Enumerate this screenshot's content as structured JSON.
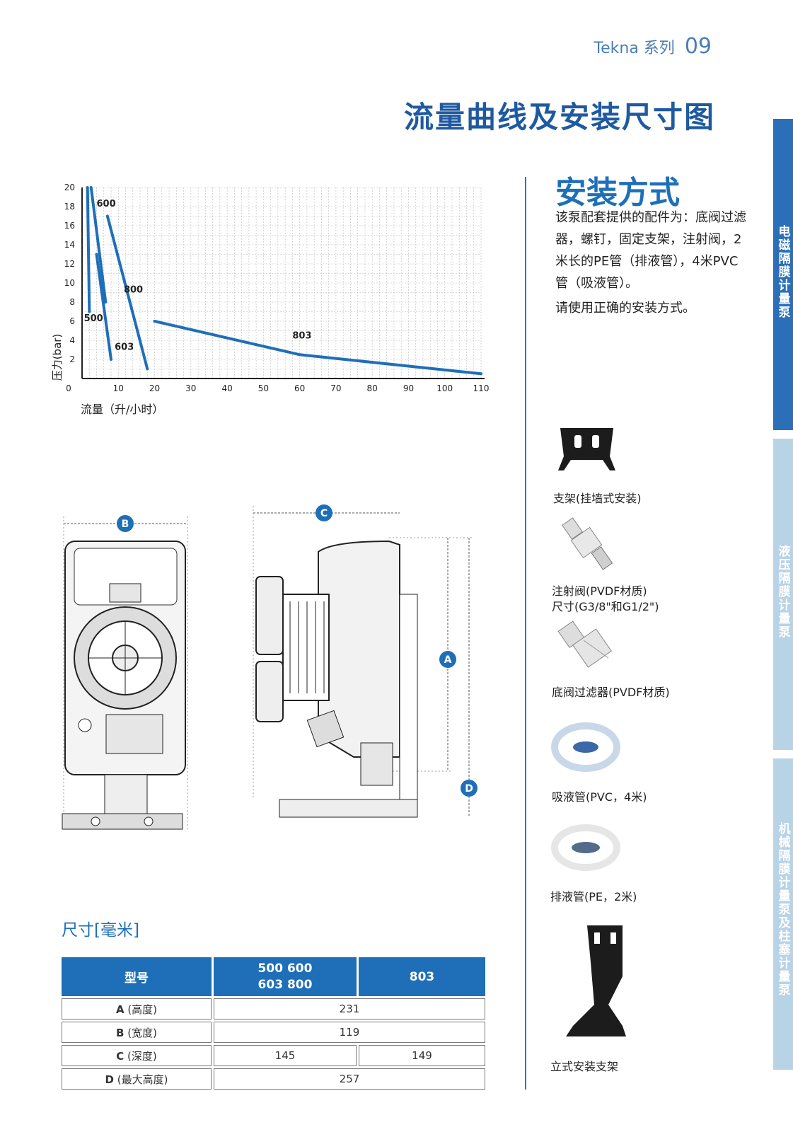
{
  "header": {
    "series": "Tekna 系列",
    "page_number": "09"
  },
  "page_title": "流量曲线及安装尺寸图",
  "side_tabs": [
    {
      "label": "电磁隔膜计量泵",
      "color": "#2a6fb8"
    },
    {
      "label": "液压隔膜计量泵",
      "color": "#b9d3e6"
    },
    {
      "label": "机械隔膜计量泵及柱塞计量泵",
      "color": "#b9d3e6"
    }
  ],
  "chart_data": {
    "type": "line",
    "xlabel": "流量（升/小时）",
    "ylabel": "压力(bar)",
    "xlim": [
      0,
      110
    ],
    "ylim": [
      0,
      20
    ],
    "x_ticks": [
      0,
      10,
      20,
      30,
      40,
      50,
      60,
      70,
      80,
      90,
      100,
      110
    ],
    "y_ticks": [
      2,
      4,
      6,
      8,
      10,
      12,
      14,
      16,
      18,
      20
    ],
    "grid": true,
    "series": [
      {
        "name": "500",
        "points": [
          [
            1.5,
            20
          ],
          [
            2,
            7
          ]
        ]
      },
      {
        "name": "600",
        "points": [
          [
            2.5,
            20
          ],
          [
            6.5,
            8
          ]
        ]
      },
      {
        "name": "603",
        "points": [
          [
            4,
            13
          ],
          [
            8,
            2
          ]
        ]
      },
      {
        "name": "800",
        "points": [
          [
            7,
            17
          ],
          [
            18,
            1
          ]
        ]
      },
      {
        "name": "803",
        "points": [
          [
            20,
            6
          ],
          [
            60,
            2.5
          ],
          [
            110,
            0.5
          ]
        ]
      }
    ],
    "line_color": "#1f6fb8"
  },
  "install": {
    "title": "安装方式",
    "paragraph1": "该泵配套提供的配件为：底阀过滤器，螺钉，固定支架，注射阀，2米长的PE管（排液管），4米PVC管（吸液管）。",
    "paragraph2": "请使用正确的安装方式。"
  },
  "accessories": [
    {
      "caption": "支架(挂墙式安装)"
    },
    {
      "caption": "注射阀(PVDF材质)",
      "caption2": "尺寸(G3/8\"和G1/2\")"
    },
    {
      "caption": "底阀过滤器(PVDF材质)"
    },
    {
      "caption": "吸液管(PVC，4米)"
    },
    {
      "caption": "排液管(PE，2米)"
    },
    {
      "caption": "立式安装支架"
    }
  ],
  "dimension_labels": {
    "b": "B",
    "c": "C",
    "a": "A",
    "d": "D"
  },
  "dimensions": {
    "title": "尺寸[毫米]",
    "headers": [
      "型号",
      "500 600",
      "603 800",
      "803"
    ],
    "rows": [
      {
        "label": "A",
        "label_suffix": "(高度)",
        "value": "231"
      },
      {
        "label": "B",
        "label_suffix": "(宽度)",
        "value": "119"
      },
      {
        "label": "C",
        "label_suffix": "(深度)",
        "value_a": "145",
        "value_b": "149"
      },
      {
        "label": "D",
        "label_suffix": "(最大高度)",
        "value": "257"
      }
    ]
  }
}
